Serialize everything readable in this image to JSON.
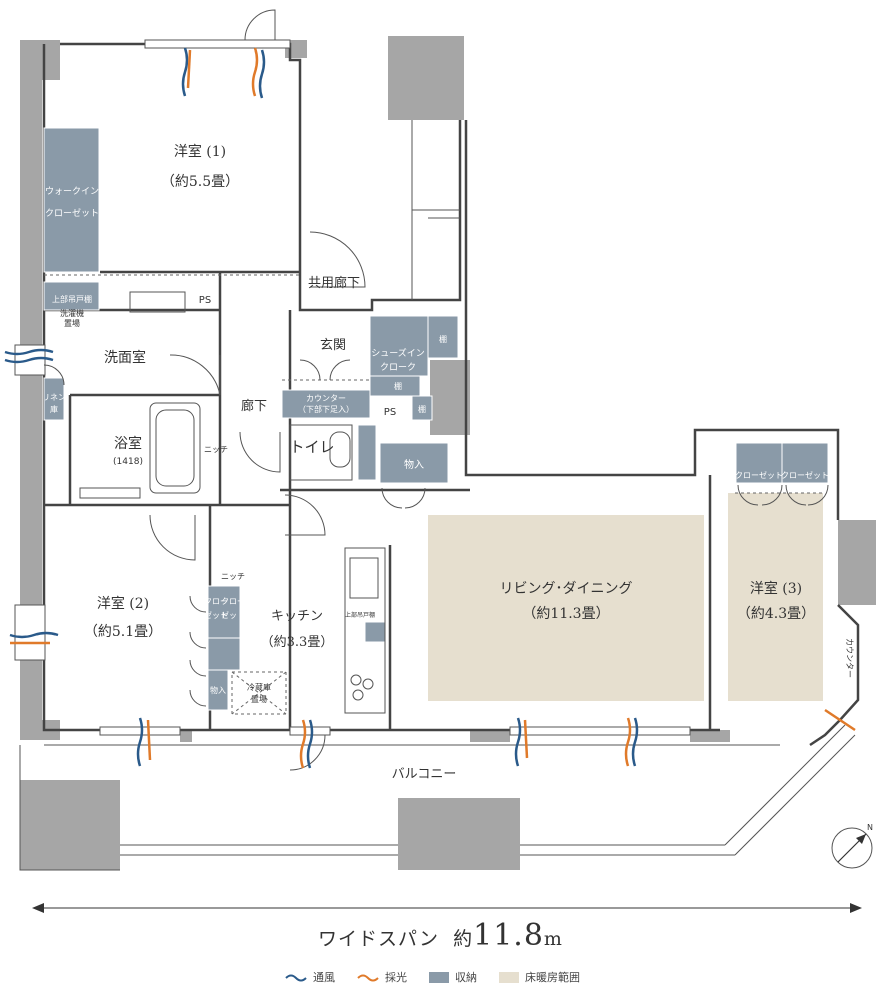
{
  "rooms": {
    "western1": {
      "name": "洋室 (1)",
      "size": "（約5.5畳）"
    },
    "western2": {
      "name": "洋室 (2)",
      "size": "（約5.1畳）"
    },
    "western3": {
      "name": "洋室 (3)",
      "size": "（約4.3畳）"
    },
    "living": {
      "name": "リビング･ダイニング",
      "size": "（約11.3畳）"
    },
    "kitchen": {
      "name": "キッチン",
      "size": "（約3.3畳）"
    },
    "washroom": "洗面室",
    "bath": "浴室",
    "bath_size": "(1418)",
    "corridor": "廊下",
    "entrance": "玄関",
    "toilet": "トイレ",
    "common_corridor": "共用廊下",
    "balcony": "バルコニー"
  },
  "storage": {
    "walkin_line1": "ウォークイン",
    "walkin_line2": "クローゼット",
    "upper_shelf": "上部吊戸棚",
    "laundry_line1": "洗濯機",
    "laundry_line2": "置場",
    "linen_line1": "リネン",
    "linen_line2": "庫",
    "shoes_line1": "シューズイン",
    "shoes_line2": "クローク",
    "shelf": "棚",
    "counter_line1": "カウンター",
    "counter_line2": "（下部下足入）",
    "storage_room": "物入",
    "closet": "クローゼット",
    "closet_v1": "クロー",
    "closet_v2": "ゼット",
    "niche": "ニッチ",
    "fridge_line1": "冷蔵庫",
    "fridge_line2": "置場",
    "counter_side": "カウンター"
  },
  "ps_labels": [
    "PS",
    "PS"
  ],
  "wide_span": {
    "prefix": "ワイドスパン",
    "value_prefix": "約",
    "value": "11.8",
    "unit": "m"
  },
  "compass": "N",
  "legend": [
    {
      "label": "通風",
      "color": "#2a5a8a"
    },
    {
      "label": "採光",
      "color": "#e07a2a"
    },
    {
      "label": "収納",
      "color": "#8a9aa8"
    },
    {
      "label": "床暖房範囲",
      "color": "#e6dfcf"
    }
  ],
  "colors": {
    "wall": "#a6a6a6",
    "storage": "#8a9aa8",
    "floor_heating": "#e6dfcf",
    "wind": "#2a5a8a",
    "light": "#e07a2a"
  }
}
